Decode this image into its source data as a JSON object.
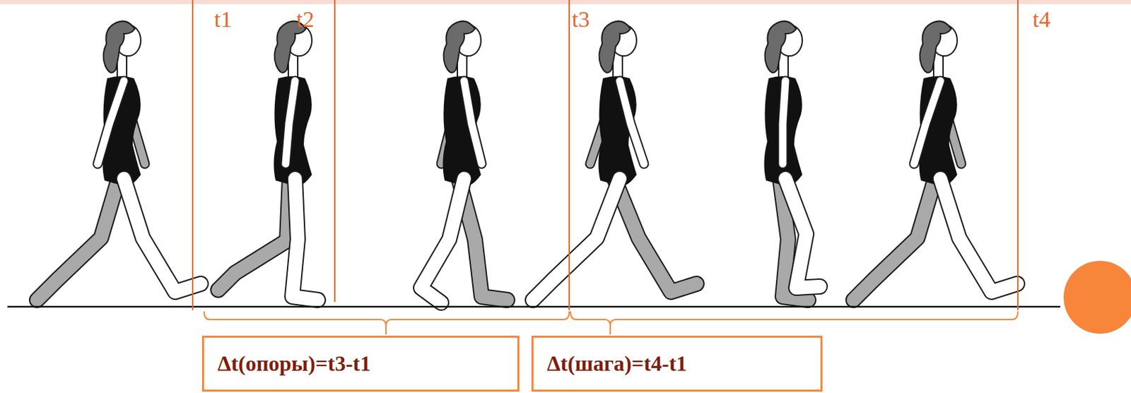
{
  "diagram": {
    "nodes": [
      {
        "text": [
          "Δt(опоры)=t3-t1"
        ]
      },
      {
        "text": [
          "Δt(шага)=t4-t1"
        ]
      }
    ],
    "labels": [
      "t1",
      "t2",
      "t3",
      "t4"
    ]
  }
}
